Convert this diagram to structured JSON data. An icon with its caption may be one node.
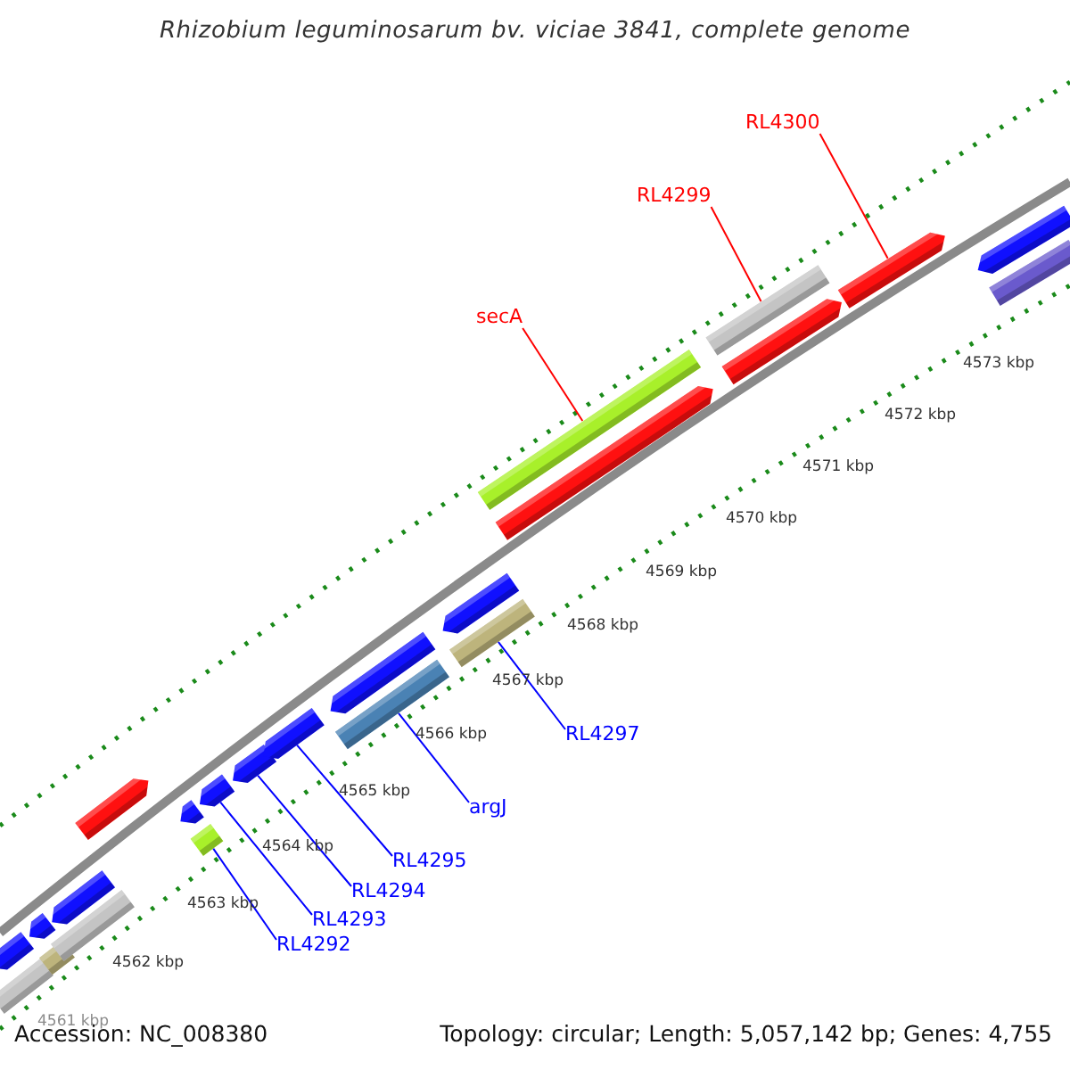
{
  "diagram": {
    "title": "Rhizobium leguminosarum bv. viciae 3841, complete genome",
    "nodes": [
      {
        "text": [
          "secA"
        ]
      },
      {
        "text": [
          "RL4299"
        ]
      },
      {
        "text": [
          "RL4300"
        ]
      },
      {
        "text": [
          "RL4297"
        ]
      },
      {
        "text": [
          "argJ"
        ]
      },
      {
        "text": [
          "RL4295"
        ]
      },
      {
        "text": [
          "RL4294"
        ]
      },
      {
        "text": [
          "RL4293"
        ]
      },
      {
        "text": [
          "RL4292"
        ]
      },
      {
        "text": [],
        "shape": "arrow"
      },
      {
        "text": [],
        "shape": "bar"
      },
      {
        "text": [],
        "shape": "arrow"
      },
      {
        "text": [],
        "shape": "bar"
      },
      {
        "text": [],
        "shape": "arrow"
      },
      {
        "text": [],
        "shape": "bar"
      },
      {
        "text": [],
        "shape": "arrow"
      },
      {
        "text": [],
        "shape": "arrow"
      },
      {
        "text": [],
        "shape": "bar"
      },
      {
        "text": [],
        "shape": "arrow"
      },
      {
        "text": [],
        "shape": "arrow"
      },
      {
        "text": [],
        "shape": "arrow"
      },
      {
        "text": [],
        "shape": "arrow"
      },
      {
        "text": [],
        "shape": "bar"
      },
      {
        "text": [],
        "shape": "arrow"
      },
      {
        "text": [],
        "shape": "bar"
      },
      {
        "text": [],
        "shape": "bar"
      },
      {
        "text": [],
        "shape": "arrow"
      },
      {
        "text": [],
        "shape": "bar"
      },
      {
        "text": [],
        "shape": "arrow"
      },
      {
        "text": [],
        "shape": "arrow"
      },
      {
        "text": [],
        "shape": "arrow"
      },
      {
        "text": [],
        "shape": "bar"
      }
    ],
    "edges": [
      {
        "from": 0,
        "to": 25,
        "arrow": "none",
        "color": "#ff0000"
      },
      {
        "from": 1,
        "to": 27,
        "arrow": "none",
        "color": "#ff0000"
      },
      {
        "from": 2,
        "to": 29,
        "arrow": "none",
        "color": "#ff0000"
      },
      {
        "from": 3,
        "to": 24,
        "arrow": "none"
      },
      {
        "from": 4,
        "to": 22,
        "arrow": "none"
      },
      {
        "from": 5,
        "to": 20,
        "arrow": "none"
      },
      {
        "from": 6,
        "to": 19,
        "arrow": "none"
      },
      {
        "from": 7,
        "to": 18,
        "arrow": "none"
      },
      {
        "from": 8,
        "to": 17,
        "arrow": "none"
      }
    ],
    "labels": [
      "4573 kbp",
      "4572 kbp",
      "4571 kbp",
      "4570 kbp",
      "4569 kbp",
      "4568 kbp",
      "4567 kbp",
      "4566 kbp",
      "4565 kbp",
      "4564 kbp",
      "4563 kbp",
      "4562 kbp",
      "4561 kbp",
      "Accession: NC_008380",
      "Topology: circular; Length: 5,057,142 bp; Genes: 4,755"
    ]
  }
}
